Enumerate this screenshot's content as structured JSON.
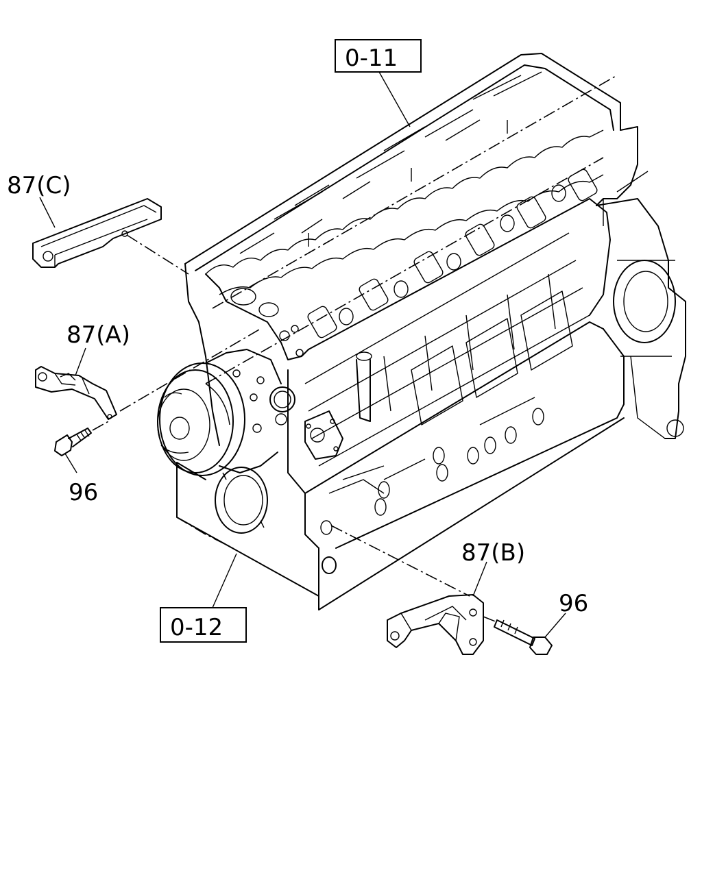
{
  "callouts": {
    "ref_top": "0-11",
    "ref_bottom": "0-12",
    "part_87c": "87(C)",
    "part_87a": "87(A)",
    "part_87b": "87(B)",
    "bolt_left": "96",
    "bolt_right": "96"
  },
  "icons": {
    "engine": "engine-block-drawing",
    "bracket_c": "bracket-c-drawing",
    "bracket_a": "bracket-a-drawing",
    "bracket_b": "bracket-b-drawing",
    "bolt": "flange-bolt-drawing"
  }
}
